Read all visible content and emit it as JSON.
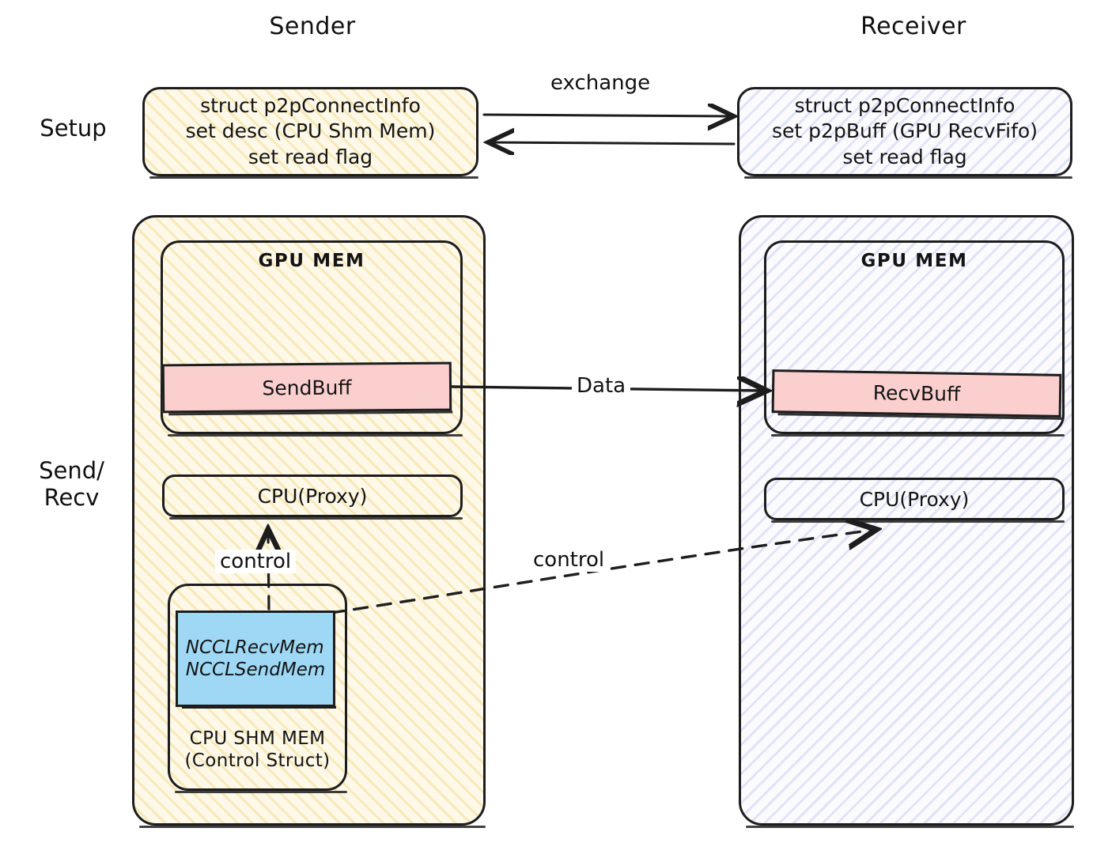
{
  "diagram": {
    "title_sender": "Sender",
    "title_receiver": "Receiver",
    "row_labels": {
      "setup": "Setup",
      "send_recv": "Send/\nRecv"
    },
    "setup": {
      "sender_box": "struct p2pConnectInfo\nset desc (CPU Shm Mem)\nset read flag",
      "receiver_box": "struct p2pConnectInfo\nset p2pBuff (GPU RecvFifo)\nset read flag",
      "exchange_label": "exchange"
    },
    "sender": {
      "gpu_mem_title": "GPU MEM",
      "buffer_label": "SendBuff",
      "proxy_label": "CPU(Proxy)",
      "shm_title": "CPU SHM MEM\n(Control Struct)",
      "nccl_mem": "NCCLRecvMem\nNCCLSendMem",
      "control_up_label": "control"
    },
    "receiver": {
      "gpu_mem_title": "GPU MEM",
      "buffer_label": "RecvBuff",
      "proxy_label": "CPU(Proxy)"
    },
    "connections": {
      "data_label": "Data",
      "control_label": "control"
    },
    "colors": {
      "buffer_pink": "#fccfcf",
      "nccl_blue": "#9ed8f5",
      "sender_hatch": "#ecca5a",
      "receiver_hatch": "#7e80de",
      "stroke": "#1d1d1d",
      "background": "#ffffff"
    }
  }
}
